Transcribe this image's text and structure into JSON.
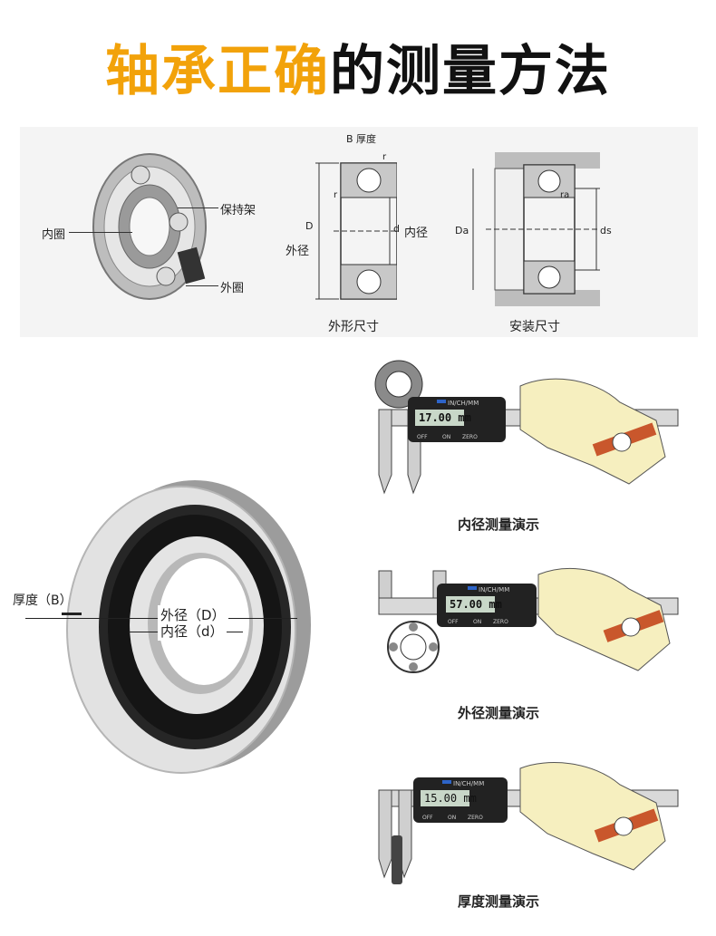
{
  "title": {
    "part1": "轴承正确",
    "part2": "的测量方法"
  },
  "anatomy": {
    "inner_ring": "内圈",
    "cage": "保持架",
    "outer_ring": "外圈"
  },
  "outline_drawing": {
    "thickness": "B 厚度",
    "r1": "r",
    "r2": "r",
    "D": "D",
    "outer_dia": "外径",
    "d": "d",
    "inner_dia": "内径",
    "caption": "外形尺寸"
  },
  "install_drawing": {
    "ra": "ra",
    "Da": "Da",
    "ds": "ds",
    "caption": "安装尺寸"
  },
  "photo_labels": {
    "thickness": "厚度（B）",
    "outer": "外径（D）",
    "inner": "内径（d）"
  },
  "demos": [
    {
      "brand": "IN/CH/MM",
      "reading": "17.00 mm",
      "btn_off": "OFF",
      "btn_on": "ON",
      "btn_zero": "ZERO",
      "caption": "内径测量演示"
    },
    {
      "brand": "IN/CH/MM",
      "reading": "57.00 mm",
      "btn_off": "OFF",
      "btn_on": "ON",
      "btn_zero": "ZERO",
      "caption": "外径测量演示"
    },
    {
      "brand": "IN/CH/MM",
      "reading": "15.00 mm",
      "btn_off": "OFF",
      "btn_on": "ON",
      "btn_zero": "ZERO",
      "caption": "厚度测量演示"
    }
  ],
  "colors": {
    "accent": "#f2a20a",
    "dark": "#111111",
    "glove": "#f6efbf",
    "strap": "#c9572c"
  }
}
